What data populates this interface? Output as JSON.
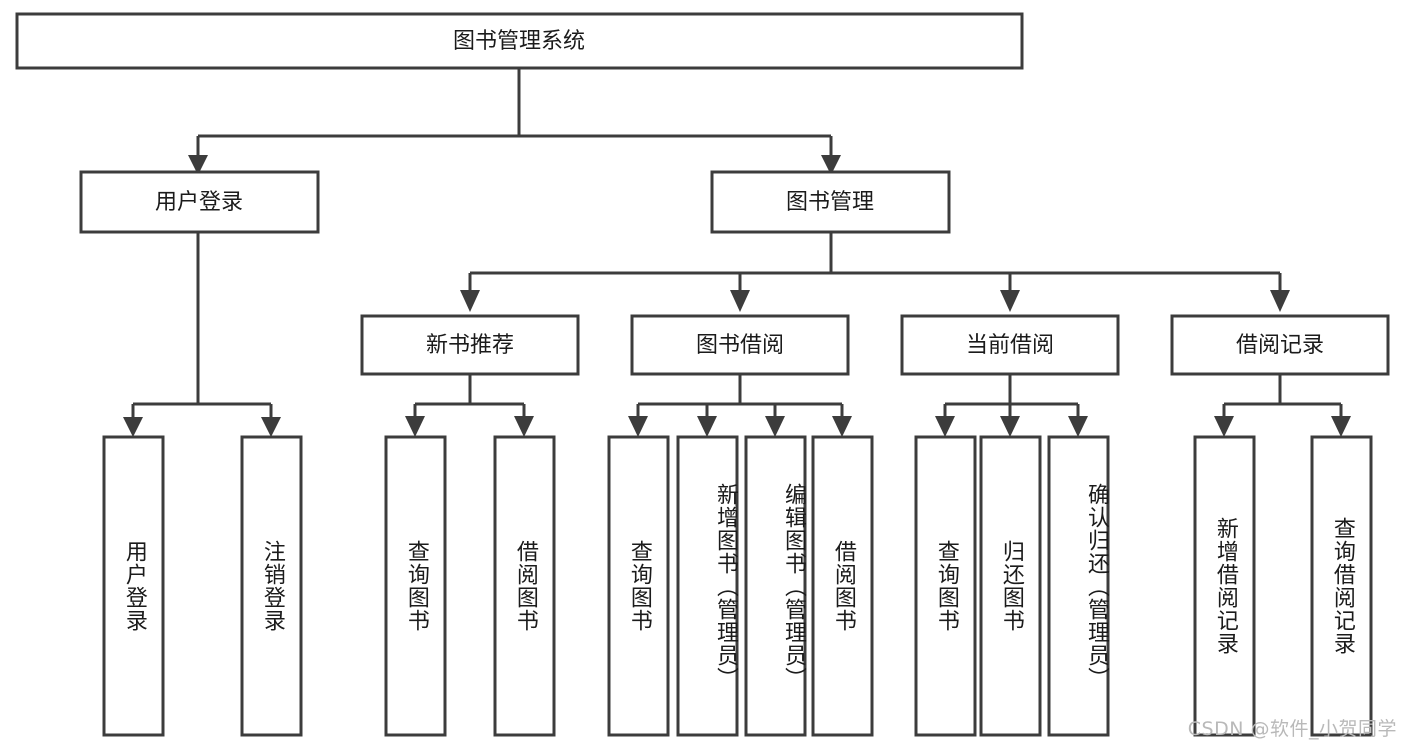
{
  "diagram": {
    "title": "图书管理系统",
    "type": "tree-hierarchy",
    "root": {
      "id": "root",
      "label": "图书管理系统"
    },
    "level2": [
      {
        "id": "user-login",
        "label": "用户登录"
      },
      {
        "id": "book-manage",
        "label": "图书管理"
      }
    ],
    "level3": [
      {
        "id": "new-book-rec",
        "label": "新书推荐",
        "parent": "book-manage"
      },
      {
        "id": "book-borrow",
        "label": "图书借阅",
        "parent": "book-manage"
      },
      {
        "id": "current-borrow",
        "label": "当前借阅",
        "parent": "book-manage"
      },
      {
        "id": "borrow-record",
        "label": "借阅记录",
        "parent": "book-manage"
      }
    ],
    "leaves": {
      "user-login": [
        {
          "id": "leaf-user-login",
          "label": "用户登录"
        },
        {
          "id": "leaf-logout",
          "label": "注销登录"
        }
      ],
      "new-book-rec": [
        {
          "id": "leaf-query-book-1",
          "label": "查询图书"
        },
        {
          "id": "leaf-borrow-book-1",
          "label": "借阅图书"
        }
      ],
      "book-borrow": [
        {
          "id": "leaf-query-book-2",
          "label": "查询图书"
        },
        {
          "id": "leaf-add-book",
          "label": "新增图书（管理员）"
        },
        {
          "id": "leaf-edit-book",
          "label": "编辑图书（管理员）"
        },
        {
          "id": "leaf-borrow-book-2",
          "label": "借阅图书"
        }
      ],
      "current-borrow": [
        {
          "id": "leaf-query-book-3",
          "label": "查询图书"
        },
        {
          "id": "leaf-return-book",
          "label": "归还图书"
        },
        {
          "id": "leaf-confirm-return",
          "label": "确认归还（管理员）"
        }
      ],
      "borrow-record": [
        {
          "id": "leaf-add-record",
          "label": "新增借阅记录"
        },
        {
          "id": "leaf-query-record",
          "label": "查询借阅记录"
        }
      ]
    },
    "colors": {
      "stroke": "#3c3c3c",
      "box_fill": "#ffffff",
      "text": "#1b1b1b",
      "background": "#ffffff",
      "watermark": "#b9b9b9"
    }
  },
  "watermark": {
    "text": "CSDN @软件_小贺同学"
  }
}
